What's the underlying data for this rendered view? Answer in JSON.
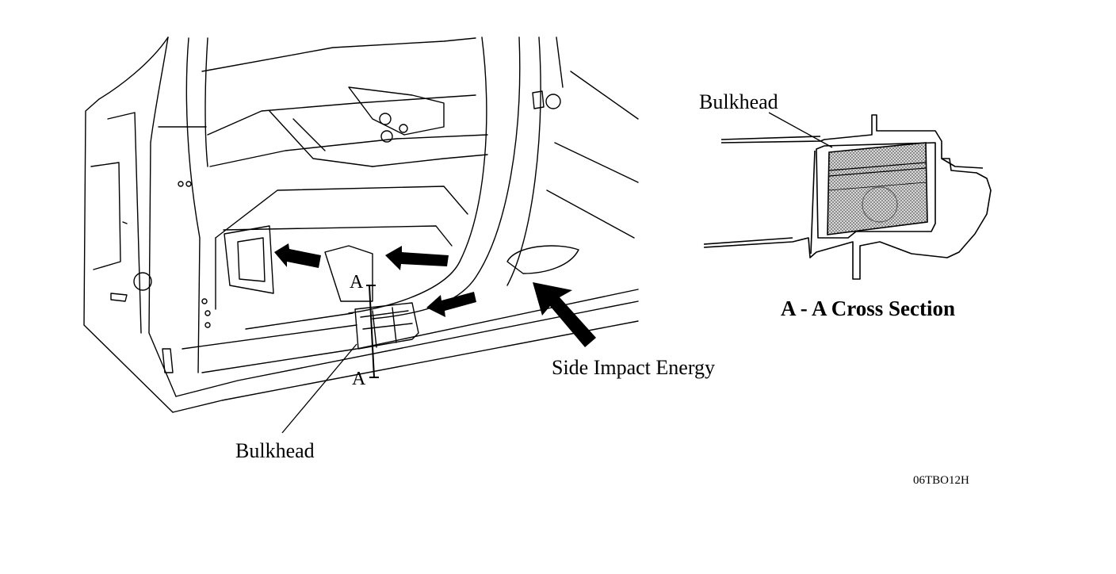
{
  "labels": {
    "bulkhead_top": "Bulkhead",
    "bulkhead_bottom": "Bulkhead",
    "side_impact": "Side Impact Energy",
    "cross_section_title": "A - A Cross Section",
    "section_mark_top": "A",
    "section_mark_bottom": "A",
    "figure_code": "06TBO12H"
  },
  "icons": {
    "impact_arrow": "arrow-icon",
    "load_path_arrows": "arrow-icon"
  },
  "colors": {
    "line": "#000000",
    "background": "#ffffff",
    "hatch_fill": "#bdbdbd"
  }
}
